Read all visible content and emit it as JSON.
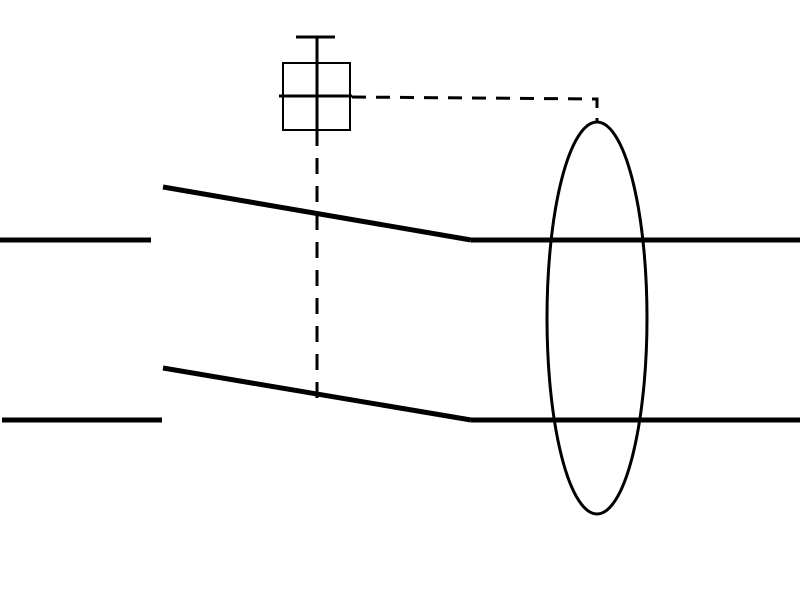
{
  "diagram": {
    "kind": "schematic-symbol",
    "description_visible_text": [],
    "elements": [
      "incoming-upper-line",
      "incoming-lower-line",
      "upper-switch-blade",
      "lower-switch-blade",
      "outgoing-upper-line",
      "outgoing-lower-line",
      "mechanical-linkage-dashed",
      "actuator-box-with-cross",
      "current-transformer-ellipse",
      "sensor-link-dashed"
    ],
    "colors": {
      "stroke": "#000000",
      "background": "#ffffff"
    }
  }
}
